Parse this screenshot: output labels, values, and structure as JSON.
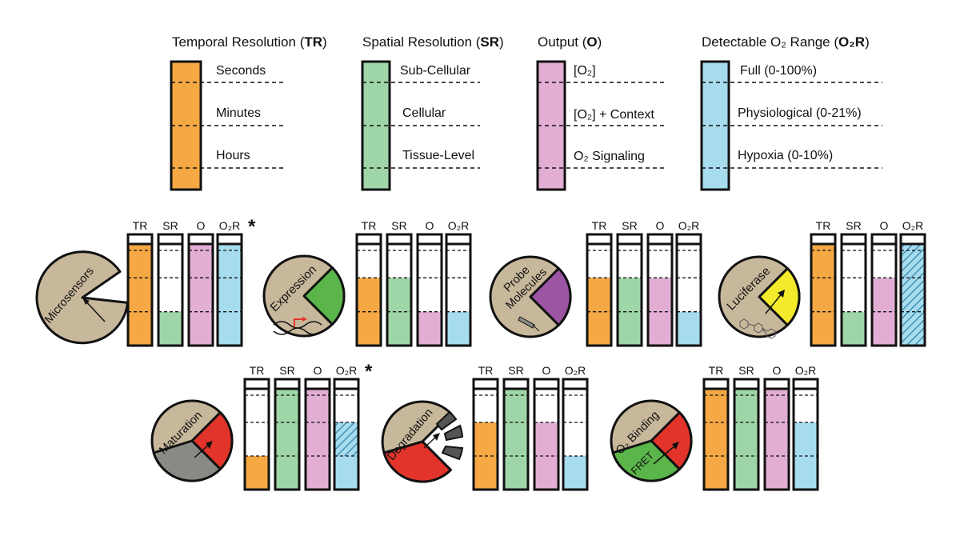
{
  "colors": {
    "tr": "#f5a843",
    "sr": "#9fd6a8",
    "o": "#e3aed4",
    "o2r": "#a7dcef",
    "pie": "#c8b89b",
    "green": "#5ab54a",
    "purple": "#9b55a3",
    "yellow": "#f2ea2a",
    "red": "#e3342b",
    "gray": "#8a8a84",
    "dark": "#555555",
    "outline": "#111111"
  },
  "legend": [
    {
      "key": "tr",
      "title_prefix": "Temporal Resolution (",
      "title_bold": "TR",
      "title_suffix": ")",
      "levels": [
        "Seconds",
        "Minutes",
        "Hours"
      ]
    },
    {
      "key": "sr",
      "title_prefix": "Spatial Resolution (",
      "title_bold": "SR",
      "title_suffix": ")",
      "levels": [
        "Sub-Cellular",
        "Cellular",
        "Tissue-Level"
      ]
    },
    {
      "key": "o",
      "title_prefix": "Output (",
      "title_bold": "O",
      "title_suffix": ")",
      "levels": [
        "[O₂]",
        "[O₂] + Context",
        "O₂ Signaling"
      ]
    },
    {
      "key": "o2r",
      "title_prefix": "Detectable O₂ Range (",
      "title_bold": "O₂R",
      "title_suffix": ")",
      "levels": [
        "Full (0-100%)",
        "Physiological (0-21%)",
        "Hypoxia (0-10%)"
      ]
    }
  ],
  "bar_labels": [
    "TR",
    "SR",
    "O",
    "O₂R"
  ],
  "methods": [
    {
      "name": "Microsensors",
      "asterisk": true,
      "levels": {
        "tr": 3,
        "sr": 1,
        "o": 3,
        "o2r": 3
      },
      "hatched_o2r": false
    },
    {
      "name": "Expression",
      "asterisk": false,
      "levels": {
        "tr": 2,
        "sr": 2,
        "o": 1,
        "o2r": 1
      },
      "hatched_o2r": false
    },
    {
      "name_lines": [
        "Probe",
        "Molecules"
      ],
      "asterisk": false,
      "levels": {
        "tr": 2,
        "sr": 2,
        "o": 2,
        "o2r": 1
      },
      "hatched_o2r": false
    },
    {
      "name": "Luciferase",
      "asterisk": false,
      "levels": {
        "tr": 3,
        "sr": 1,
        "o": 2,
        "o2r": 3
      },
      "hatched_o2r": true
    },
    {
      "name": "Maturation",
      "asterisk": true,
      "levels": {
        "tr": 1,
        "sr": 3,
        "o": 3,
        "o2r": 1
      },
      "hatched_extra": 1
    },
    {
      "name": "Degradation",
      "asterisk": false,
      "levels": {
        "tr": 2,
        "sr": 3,
        "o": 2,
        "o2r": 1
      },
      "hatched_o2r": false
    },
    {
      "name": "O₂ Binding",
      "sub_label": "FRET",
      "asterisk": false,
      "levels": {
        "tr": 3,
        "sr": 3,
        "o": 3,
        "o2r": 2
      },
      "hatched_o2r": false
    }
  ],
  "asterisk_symbol": "*"
}
